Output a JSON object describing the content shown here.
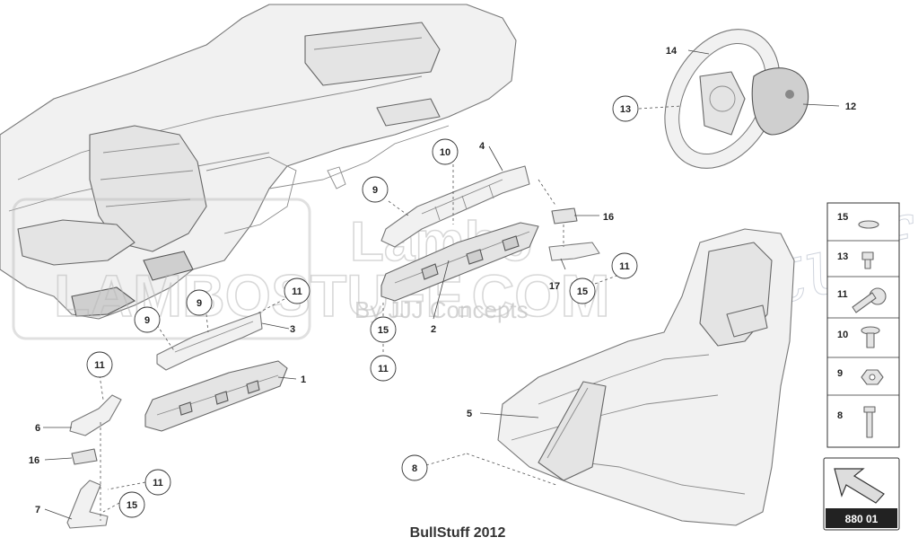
{
  "watermark": {
    "brand_big": "LAMBOSTUFF.COM",
    "brand_top": "Lambo",
    "tagline": "By JJJ Concepts",
    "script": "Stuff"
  },
  "callouts": {
    "c1": "1",
    "c2": "2",
    "c3": "3",
    "c4": "4",
    "c5": "5",
    "c6": "6",
    "c7": "7",
    "c8": "8",
    "c9a": "9",
    "c9b": "9",
    "c9c": "9",
    "c10": "10",
    "c11a": "11",
    "c11b": "11",
    "c11c": "11",
    "c11d": "11",
    "c11e": "11",
    "c12": "12",
    "c13": "13",
    "c14": "14",
    "c15a": "15",
    "c15b": "15",
    "c15c": "15",
    "c16a": "16",
    "c16b": "16",
    "c17": "17"
  },
  "legend": {
    "items": [
      "15",
      "13",
      "11",
      "10",
      "9",
      "8"
    ],
    "page_ref": "880 01"
  },
  "footer": "BullStuff 2012"
}
